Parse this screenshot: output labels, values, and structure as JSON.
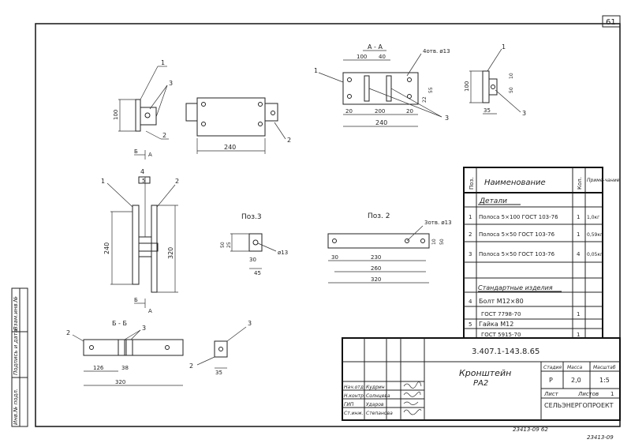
{
  "page_number": "61",
  "views": {
    "section_aa": "А - А",
    "section_bb": "Б - Б",
    "pos3": "Поз.3",
    "pos2": "Поз. 2",
    "holes_note_top": "4отв. ø13",
    "holes_note_pos2": "3отв. ø13",
    "hole_pos3": "ø13",
    "cut_b": "Б",
    "cut_a": "А"
  },
  "callouts": [
    "1",
    "2",
    "3",
    "4",
    "5"
  ],
  "dims": {
    "d100": "100",
    "d40": "40",
    "d55": "55",
    "d22": "22",
    "d20": "20",
    "d200": "200",
    "d240": "240",
    "d10": "10",
    "d50": "50",
    "d35": "35",
    "d25": "25",
    "d30": "30",
    "d45": "45",
    "d230": "230",
    "d260": "260",
    "d320": "320",
    "d126": "126",
    "d38": "38"
  },
  "table": {
    "headers": {
      "pos": "Поз.",
      "name": "Наименование",
      "qty": "Кол.",
      "note": "Приме-чание"
    },
    "section_details": "Детали",
    "section_standard": "Стандартные изделия",
    "rows": [
      {
        "pos": "1",
        "name": "Полоса 5×100 ГОСТ 103-76",
        "qty": "1",
        "note": "1,0кг"
      },
      {
        "pos": "2",
        "name": "Полоса 5×50 ГОСТ 103-76",
        "qty": "1",
        "note": "0,59кг"
      },
      {
        "pos": "3",
        "name": "Полоса 5×50 ГОСТ 103-76",
        "qty": "4",
        "note": "0,05кг"
      },
      {
        "pos": "4",
        "name": "Болт М12×80",
        "qty": "",
        "note": ""
      },
      {
        "pos": "",
        "name": "ГОСТ 7798-70",
        "qty": "1",
        "note": ""
      },
      {
        "pos": "5",
        "name": "Гайка М12",
        "qty": "",
        "note": ""
      },
      {
        "pos": "",
        "name": "ГОСТ 5915-70",
        "qty": "1",
        "note": ""
      }
    ]
  },
  "title_block": {
    "doc_code": "3.407.1-143.8.65",
    "title": "Кронштейн",
    "subtitle": "РА2",
    "stage_label": "Стадия",
    "mass_label": "Масса",
    "scale_label": "Масштаб",
    "stage": "Р",
    "mass": "2,0",
    "scale": "1:5",
    "sheet_label": "Лист",
    "sheets_label": "Листов",
    "sheets": "1",
    "org": "СЕЛЬЭНЕРГОПРОЕКТ",
    "roles": [
      "Нач.отд.",
      "Н.контр.",
      "ГИП",
      "Ст.инж."
    ],
    "names": [
      "Кудрин",
      "Солнцева",
      "Ударов",
      "Степанова"
    ]
  },
  "side_labels": [
    "Инв.№ подл.",
    "Подпись и дата",
    "Взам.инв.№"
  ],
  "stamp_bottom": "23413-09 62",
  "stamp_corner": "23413-09"
}
